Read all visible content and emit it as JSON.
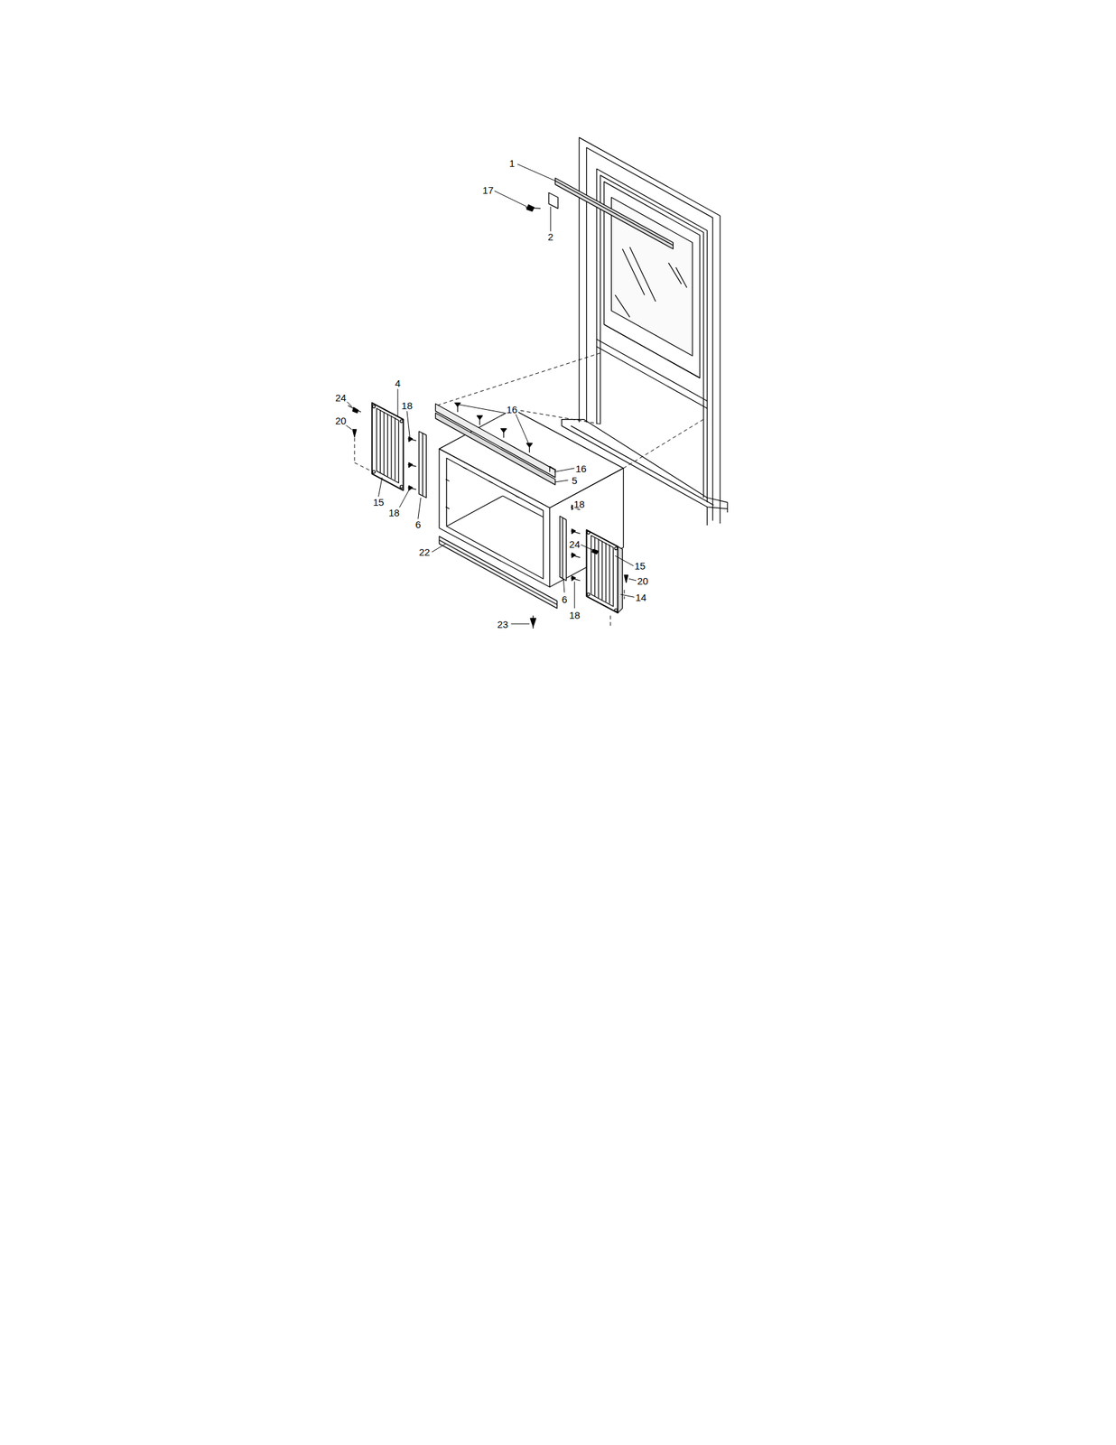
{
  "diagram": {
    "labels": [
      "1",
      "17",
      "2",
      "4",
      "24",
      "16",
      "18",
      "20",
      "16",
      "5",
      "15",
      "18",
      "6",
      "18",
      "24",
      "22",
      "15",
      "20",
      "14",
      "6",
      "18",
      "23"
    ]
  }
}
